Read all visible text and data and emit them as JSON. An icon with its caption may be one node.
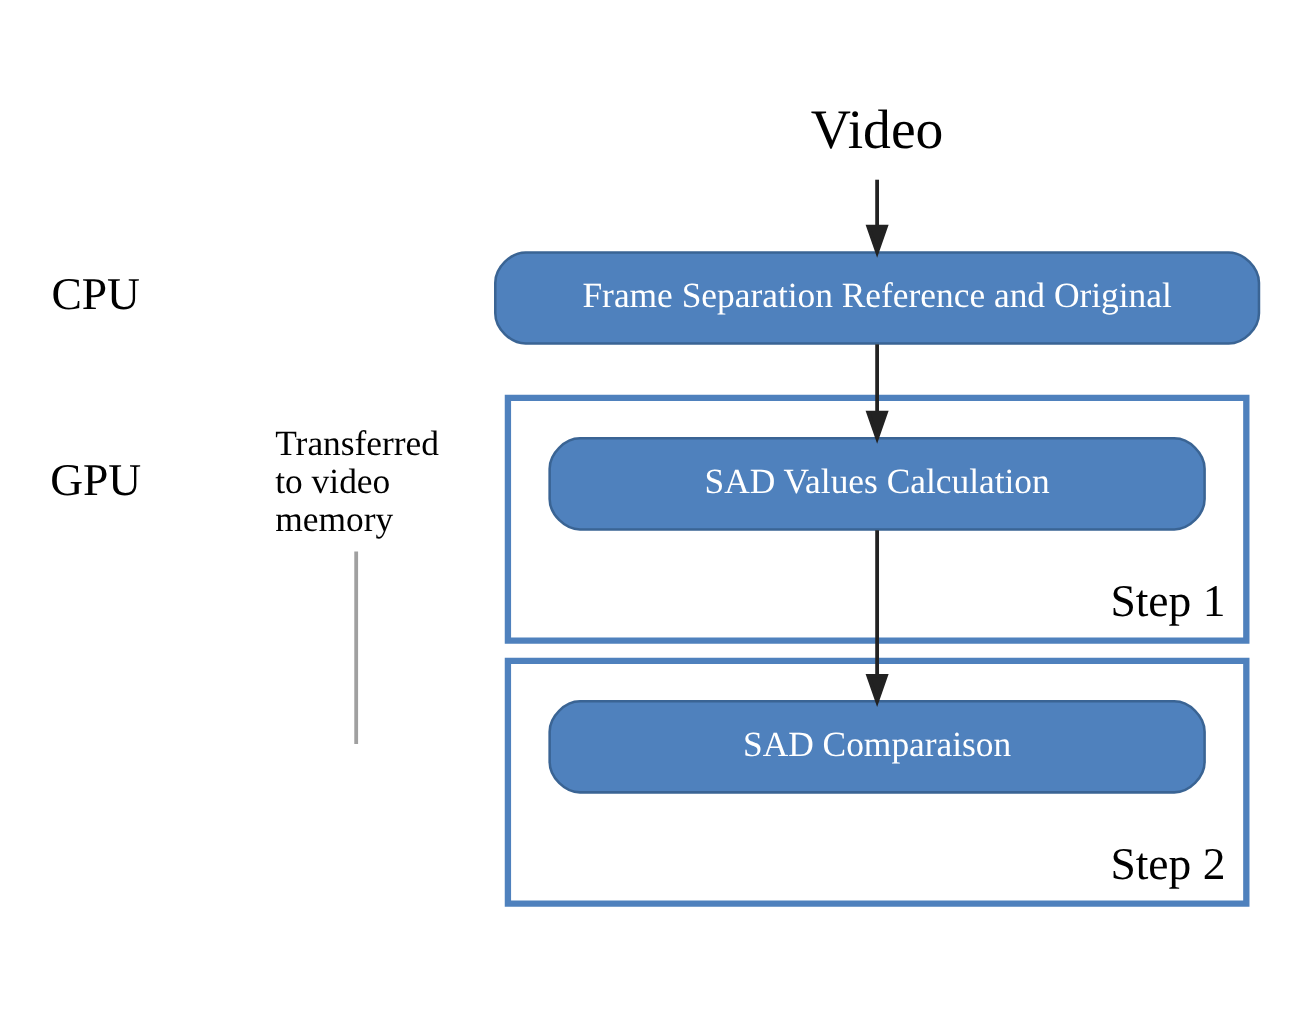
{
  "diagram": {
    "nodes": [
      {
        "text": [
          "Video"
        ]
      },
      {
        "text": [
          "Frame Separation Reference and Original"
        ]
      },
      {
        "text": [
          "Step 1"
        ]
      },
      {
        "text": [
          "SAD Values Calculation"
        ],
        "in": 2
      },
      {
        "text": [
          "Step 2"
        ]
      },
      {
        "text": [
          "SAD Comparaison"
        ],
        "in": 4
      },
      {
        "text": [
          "Transferred to video memory"
        ]
      }
    ],
    "edges": [
      {
        "from": 0,
        "to": 1,
        "arrow": "to"
      },
      {
        "from": 1,
        "to": 3,
        "arrow": "to"
      },
      {
        "from": 3,
        "to": 5,
        "arrow": "to"
      },
      {
        "from": 6,
        "to": null,
        "arrow": "none",
        "color": "#a0a0a0"
      }
    ],
    "labels": [
      "CPU",
      "GPU"
    ]
  }
}
